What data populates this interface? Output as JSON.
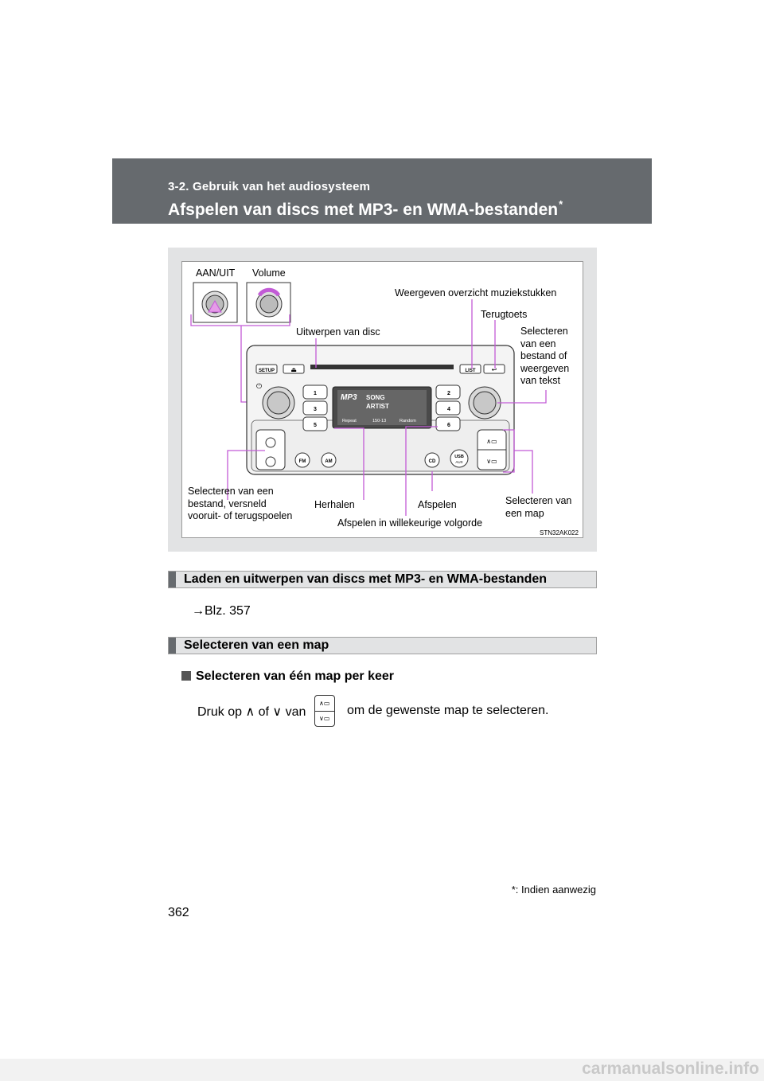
{
  "header": {
    "section": "3-2. Gebruik van het audiosysteem",
    "title": "Afspelen van discs met MP3- en WMA-bestanden",
    "title_mark": "*"
  },
  "figure": {
    "labels": {
      "on_off": "AAN/UIT",
      "volume": "Volume",
      "list_view": "Weergeven overzicht muziekstukken",
      "back": "Terugtoets",
      "eject": "Uitwerpen van disc",
      "select_file_line1": "Selecteren",
      "select_file_line2": "van een",
      "select_file_line3": "bestand of",
      "select_file_line4": "weergeven",
      "select_file_line5": "van tekst",
      "seek_line1": "Selecteren van een",
      "seek_line2": "bestand, versneld",
      "seek_line3": "vooruit- of terugspoelen",
      "repeat": "Herhalen",
      "play": "Afspelen",
      "folder_line1": "Selecteren van",
      "folder_line2": "een map",
      "random": "Afspelen in willekeurige volgorde",
      "code": "STN32AK022"
    },
    "unit_buttons": {
      "setup": "SETUP",
      "eject": "⏏",
      "list": "LIST",
      "back": "↩",
      "fm": "FM",
      "am": "AM",
      "cd": "CD",
      "usb": "USB",
      "aux": "AUX",
      "presets": [
        "1",
        "2",
        "3",
        "4",
        "5",
        "6"
      ],
      "display_line1": "SONG",
      "display_line2": "ARTIST",
      "display_repeat": "Repeat",
      "display_track": "150-13",
      "display_random": "Random",
      "display_mp3": "MP3"
    }
  },
  "sections": [
    {
      "bar_title": "Laden en uitwerpen van discs met MP3- en WMA-bestanden",
      "text": "Blz. 357",
      "arrow": "→"
    },
    {
      "bar_title": "Selecteren van een map"
    }
  ],
  "subheading": "Selecteren van één map per keer",
  "instruction": {
    "before": "Druk op ∧ of ∨ van",
    "after": "om de gewenste map te selecteren."
  },
  "footnote": "*: Indien aanwezig",
  "page_number": "362",
  "watermark": "carmanualsonline.info",
  "colors": {
    "header_bg": "#666a6e",
    "figure_bg": "#e2e3e4",
    "callout": "#c25bd6"
  }
}
